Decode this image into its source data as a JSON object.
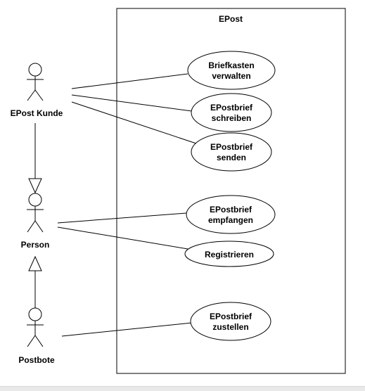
{
  "system": {
    "title": "EPost"
  },
  "actors": {
    "epost_kunde": "EPost Kunde",
    "person": "Person",
    "postbote": "Postbote"
  },
  "use_cases": {
    "briefkasten": [
      "Briefkasten",
      "verwalten"
    ],
    "schreiben": [
      "EPostbrief",
      "schreiben"
    ],
    "senden": [
      "EPostbrief",
      "senden"
    ],
    "empfangen": [
      "EPostbrief",
      "empfangen"
    ],
    "registrieren": [
      "Registrieren"
    ],
    "zustellen": [
      "EPostbrief",
      "zustellen"
    ]
  }
}
